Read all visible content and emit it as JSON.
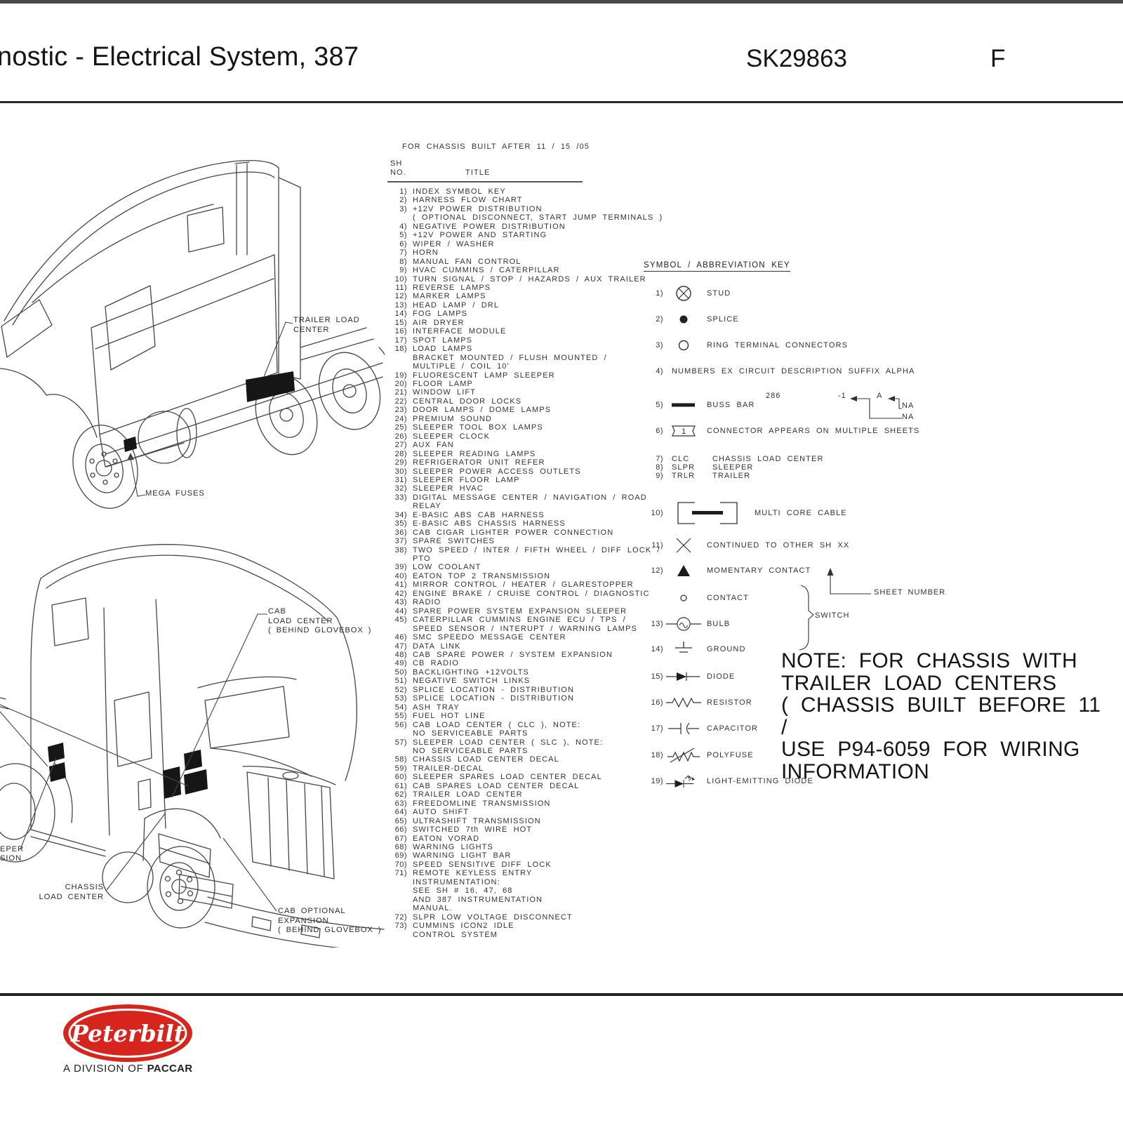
{
  "header": {
    "page_title": "nostic - Electrical System, 387",
    "doc_number": "SK29863",
    "revision": "F"
  },
  "sheet_list": {
    "built_after": "FOR CHASSIS BUILT AFTER 11 / 15 /05",
    "col_sh": "SH",
    "col_no": "NO.",
    "col_title": "TITLE",
    "items": [
      {
        "n": "1)",
        "lines": [
          "INDEX SYMBOL KEY"
        ]
      },
      {
        "n": "2)",
        "lines": [
          "HARNESS FLOW CHART"
        ]
      },
      {
        "n": "3)",
        "lines": [
          "+12V POWER DISTRIBUTION",
          "( OPTIONAL DISCONNECT, START JUMP TERMINALS )"
        ]
      },
      {
        "n": "4)",
        "lines": [
          "NEGATIVE POWER DISTRIBUTION"
        ]
      },
      {
        "n": "5)",
        "lines": [
          "+12V POWER AND STARTING"
        ]
      },
      {
        "n": "6)",
        "lines": [
          "WIPER / WASHER"
        ]
      },
      {
        "n": "7)",
        "lines": [
          "HORN"
        ]
      },
      {
        "n": "8)",
        "lines": [
          "MANUAL FAN CONTROL"
        ]
      },
      {
        "n": "9)",
        "lines": [
          "HVAC CUMMINS / CATERPILLAR"
        ]
      },
      {
        "n": "10)",
        "lines": [
          "TURN SIGNAL / STOP / HAZARDS / AUX TRAILER"
        ]
      },
      {
        "n": "11)",
        "lines": [
          "REVERSE LAMPS"
        ]
      },
      {
        "n": "12)",
        "lines": [
          "MARKER LAMPS"
        ]
      },
      {
        "n": "13)",
        "lines": [
          "HEAD LAMP / DRL"
        ]
      },
      {
        "n": "14)",
        "lines": [
          "FOG LAMPS"
        ]
      },
      {
        "n": "15)",
        "lines": [
          "AIR DRYER"
        ]
      },
      {
        "n": "16)",
        "lines": [
          "INTERFACE MODULE"
        ]
      },
      {
        "n": "17)",
        "lines": [
          "SPOT LAMPS"
        ]
      },
      {
        "n": "18)",
        "lines": [
          "LOAD LAMPS",
          "BRACKET MOUNTED / FLUSH MOUNTED /",
          "MULTIPLE / COIL 10'"
        ]
      },
      {
        "n": "19)",
        "lines": [
          "FLUORESCENT LAMP SLEEPER"
        ]
      },
      {
        "n": "20)",
        "lines": [
          "FLOOR LAMP"
        ]
      },
      {
        "n": "21)",
        "lines": [
          "WINDOW LIFT"
        ]
      },
      {
        "n": "22)",
        "lines": [
          "CENTRAL DOOR LOCKS"
        ]
      },
      {
        "n": "23)",
        "lines": [
          "DOOR LAMPS / DOME LAMPS"
        ]
      },
      {
        "n": "24)",
        "lines": [
          "PREMIUM SOUND"
        ]
      },
      {
        "n": "25)",
        "lines": [
          "SLEEPER TOOL BOX LAMPS"
        ]
      },
      {
        "n": "26)",
        "lines": [
          "SLEEPER CLOCK"
        ]
      },
      {
        "n": "27)",
        "lines": [
          "AUX FAN"
        ]
      },
      {
        "n": "28)",
        "lines": [
          "SLEEPER READING LAMPS"
        ]
      },
      {
        "n": "29)",
        "lines": [
          "REFRIGERATOR UNIT REFER"
        ]
      },
      {
        "n": "30)",
        "lines": [
          "SLEEPER POWER ACCESS OUTLETS"
        ]
      },
      {
        "n": "31)",
        "lines": [
          "SLEEPER FLOOR LAMP"
        ]
      },
      {
        "n": "32)",
        "lines": [
          "SLEEPER HVAC"
        ]
      },
      {
        "n": "33)",
        "lines": [
          "DIGITAL MESSAGE CENTER / NAVIGATION / ROAD RELAY"
        ]
      },
      {
        "n": "34)",
        "lines": [
          "E-BASIC ABS CAB HARNESS"
        ]
      },
      {
        "n": "35)",
        "lines": [
          "E-BASIC ABS CHASSIS HARNESS"
        ]
      },
      {
        "n": "36)",
        "lines": [
          "CAB CIGAR LIGHTER POWER CONNECTION"
        ]
      },
      {
        "n": "37)",
        "lines": [
          "SPARE SWITCHES"
        ]
      },
      {
        "n": "38)",
        "lines": [
          "TWO SPEED / INTER / FIFTH WHEEL / DIFF LOCK / PTO"
        ]
      },
      {
        "n": "39)",
        "lines": [
          "LOW COOLANT"
        ]
      },
      {
        "n": "40)",
        "lines": [
          "EATON TOP 2 TRANSMISSION"
        ]
      },
      {
        "n": "41)",
        "lines": [
          "MIRROR CONTROL / HEATER / GLARESTOPPER"
        ]
      },
      {
        "n": "42)",
        "lines": [
          "ENGINE BRAKE / CRUISE CONTROL / DIAGNOSTIC"
        ]
      },
      {
        "n": "43)",
        "lines": [
          "RADIO"
        ]
      },
      {
        "n": "44)",
        "lines": [
          "SPARE POWER SYSTEM EXPANSION SLEEPER"
        ]
      },
      {
        "n": "45)",
        "lines": [
          "CATERPILLAR CUMMINS ENGINE ECU / TPS /",
          "SPEED SENSOR / INTERUPT / WARNING LAMPS"
        ]
      },
      {
        "n": "46)",
        "lines": [
          "SMC SPEEDO MESSAGE CENTER"
        ]
      },
      {
        "n": "47)",
        "lines": [
          "DATA LINK"
        ]
      },
      {
        "n": "48)",
        "lines": [
          "CAB SPARE POWER / SYSTEM EXPANSION"
        ]
      },
      {
        "n": "49)",
        "lines": [
          "CB RADIO"
        ]
      },
      {
        "n": "50)",
        "lines": [
          "BACKLIGHTING +12VOLTS"
        ]
      },
      {
        "n": "51)",
        "lines": [
          "NEGATIVE SWITCH LINKS"
        ]
      },
      {
        "n": "52)",
        "lines": [
          "SPLICE LOCATION - DISTRIBUTION"
        ]
      },
      {
        "n": "53)",
        "lines": [
          "SPLICE LOCATION - DISTRIBUTION"
        ]
      },
      {
        "n": "54)",
        "lines": [
          "ASH TRAY"
        ]
      },
      {
        "n": "55)",
        "lines": [
          "FUEL HOT LINE"
        ]
      },
      {
        "n": "56)",
        "lines": [
          "CAB LOAD CENTER ( CLC ), NOTE:",
          "NO SERVICEABLE PARTS"
        ]
      },
      {
        "n": "57)",
        "lines": [
          "SLEEPER LOAD CENTER ( SLC ), NOTE:",
          "NO SERVICEABLE PARTS"
        ]
      },
      {
        "n": "58)",
        "lines": [
          "CHASSIS LOAD CENTER DECAL"
        ]
      },
      {
        "n": "59)",
        "lines": [
          "TRAILER-DECAL"
        ]
      },
      {
        "n": "60)",
        "lines": [
          "SLEEPER SPARES LOAD CENTER DECAL"
        ]
      },
      {
        "n": "61)",
        "lines": [
          "CAB SPARES LOAD CENTER DECAL"
        ]
      },
      {
        "n": "62)",
        "lines": [
          "TRAILER LOAD CENTER"
        ]
      },
      {
        "n": "63)",
        "lines": [
          "FREEDOMLINE TRANSMISSION"
        ]
      },
      {
        "n": "64)",
        "lines": [
          "AUTO SHIFT"
        ]
      },
      {
        "n": "65)",
        "lines": [
          "ULTRASHIFT TRANSMISSION"
        ]
      },
      {
        "n": "66)",
        "lines": [
          "SWITCHED 7th WIRE HOT"
        ]
      },
      {
        "n": "67)",
        "lines": [
          "EATON VORAD"
        ]
      },
      {
        "n": "68)",
        "lines": [
          "WARNING LIGHTS"
        ]
      },
      {
        "n": "69)",
        "lines": [
          "WARNING LIGHT BAR"
        ]
      },
      {
        "n": "70)",
        "lines": [
          "SPEED SENSITIVE DIFF LOCK"
        ]
      },
      {
        "n": "71)",
        "lines": [
          "REMOTE KEYLESS ENTRY",
          "INSTRUMENTATION:",
          "SEE SH # 16, 47, 68",
          "AND 387 INSTRUMENTATION",
          "MANUAL."
        ]
      },
      {
        "n": "72)",
        "lines": [
          "SLPR LOW VOLTAGE DISCONNECT"
        ]
      },
      {
        "n": "73)",
        "lines": [
          "CUMMINS ICON2 IDLE",
          "CONTROL SYSTEM"
        ]
      }
    ]
  },
  "symbol_key": {
    "heading": "SYMBOL / ABBREVIATION KEY",
    "rows": [
      {
        "n": "1)",
        "sym": "stud",
        "label": "STUD"
      },
      {
        "n": "2)",
        "sym": "splice",
        "label": "SPLICE"
      },
      {
        "n": "3)",
        "sym": "ring",
        "label": "RING TERMINAL CONNECTORS"
      },
      {
        "n": "4)",
        "sym": "none",
        "label": "NUMBERS EX CIRCUIT DESCRIPTION SUFFIX ALPHA"
      },
      {
        "n": "5)",
        "sym": "bussbar",
        "label": "BUSS BAR"
      },
      {
        "n": "6)",
        "sym": "connector",
        "label": "CONNECTOR APPEARS ON MULTIPLE SHEETS",
        "sym_text": "1"
      },
      {
        "n": "7)",
        "abbr": "CLC",
        "label": "CHASSIS LOAD CENTER"
      },
      {
        "n": "8)",
        "abbr": "SLPR",
        "label": "SLEEPER"
      },
      {
        "n": "9)",
        "abbr": "TRLR",
        "label": "TRAILER"
      },
      {
        "n": "10)",
        "sym": "multicore",
        "label": "MULTI CORE CABLE"
      },
      {
        "n": "11)",
        "sym": "xcont",
        "label": "CONTINUED TO OTHER SH XX"
      },
      {
        "n": "12)",
        "sym": "momentary",
        "label": "MOMENTARY CONTACT"
      },
      {
        "n": "",
        "sym": "contact",
        "label": "CONTACT"
      },
      {
        "n": "13)",
        "sym": "bulb",
        "label": "BULB"
      },
      {
        "n": "14)",
        "sym": "ground",
        "label": "GROUND"
      },
      {
        "n": "15)",
        "sym": "diode",
        "label": "DIODE"
      },
      {
        "n": "16)",
        "sym": "resistor",
        "label": "RESISTOR"
      },
      {
        "n": "17)",
        "sym": "capacitor",
        "label": "CAPACITOR"
      },
      {
        "n": "18)",
        "sym": "polyfuse",
        "label": "POLYFUSE"
      },
      {
        "n": "19)",
        "sym": "led",
        "label": "LIGHT-EMITTING DIODE"
      }
    ],
    "circuit_example": {
      "number": "286",
      "suffix": "-1",
      "alpha": "A",
      "na1": "NA",
      "na2": "NA"
    },
    "annotations": {
      "sheet_number": "SHEET NUMBER",
      "switch": "SWITCH"
    }
  },
  "truck_top": {
    "labels": {
      "trailer_load_center": "TRAILER LOAD\nCENTER",
      "mega_fuses": "MEGA FUSES"
    }
  },
  "truck_bottom": {
    "labels": {
      "cab_load_center": "CAB\nLOAD CENTER\n( BEHIND GLOVEBOX )",
      "chassis_load_center": "CHASSIS\nLOAD CENTER",
      "cab_optional_expansion": "CAB OPTIONAL\nEXPANSION\n( BEHIND GLOVEBOX )",
      "cut_label_fragment": "EPER\nSION"
    }
  },
  "note": {
    "text": "NOTE: FOR CHASSIS WITH\nTRAILER LOAD CENTERS\n( CHASSIS BUILT BEFORE 11 /\nUSE P94-6059 FOR WIRING\nINFORMATION"
  },
  "footer": {
    "logo_text": "Peterbilt",
    "tagline_prefix": "A DIVISION OF",
    "tagline_brand": "PACCAR",
    "logo_color": "#d6251d"
  }
}
